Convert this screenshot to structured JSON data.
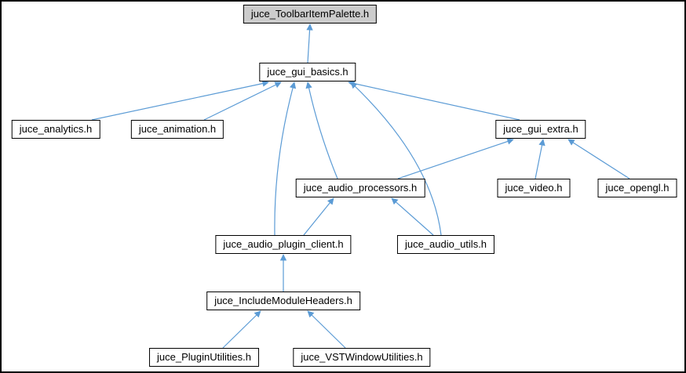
{
  "diagram": {
    "type": "include-dependency-graph",
    "colors": {
      "arrow": "#5b9bd5",
      "node_border": "#000000",
      "node_bg": "#ffffff",
      "highlight_bg": "#cccccc",
      "canvas_border": "#000000"
    },
    "nodes": [
      {
        "id": "palette",
        "label": "juce_ToolbarItemPalette.h",
        "highlighted": true
      },
      {
        "id": "gui_basics",
        "label": "juce_gui_basics.h",
        "highlighted": false
      },
      {
        "id": "analytics",
        "label": "juce_analytics.h",
        "highlighted": false
      },
      {
        "id": "animation",
        "label": "juce_animation.h",
        "highlighted": false
      },
      {
        "id": "gui_extra",
        "label": "juce_gui_extra.h",
        "highlighted": false
      },
      {
        "id": "audio_processors",
        "label": "juce_audio_processors.h",
        "highlighted": false
      },
      {
        "id": "video",
        "label": "juce_video.h",
        "highlighted": false
      },
      {
        "id": "opengl",
        "label": "juce_opengl.h",
        "highlighted": false
      },
      {
        "id": "plugin_client",
        "label": "juce_audio_plugin_client.h",
        "highlighted": false
      },
      {
        "id": "audio_utils",
        "label": "juce_audio_utils.h",
        "highlighted": false
      },
      {
        "id": "include_module_headers",
        "label": "juce_IncludeModuleHeaders.h",
        "highlighted": false
      },
      {
        "id": "plugin_utilities",
        "label": "juce_PluginUtilities.h",
        "highlighted": false
      },
      {
        "id": "vst_window_utilities",
        "label": "juce_VSTWindowUtilities.h",
        "highlighted": false
      }
    ],
    "edges": [
      {
        "from": "gui_basics",
        "to": "palette"
      },
      {
        "from": "analytics",
        "to": "gui_basics"
      },
      {
        "from": "animation",
        "to": "gui_basics"
      },
      {
        "from": "gui_extra",
        "to": "gui_basics"
      },
      {
        "from": "audio_processors",
        "to": "gui_basics"
      },
      {
        "from": "plugin_client",
        "to": "gui_basics"
      },
      {
        "from": "audio_utils",
        "to": "gui_basics"
      },
      {
        "from": "audio_processors",
        "to": "gui_extra"
      },
      {
        "from": "video",
        "to": "gui_extra"
      },
      {
        "from": "opengl",
        "to": "gui_extra"
      },
      {
        "from": "plugin_client",
        "to": "audio_processors"
      },
      {
        "from": "audio_utils",
        "to": "audio_processors"
      },
      {
        "from": "include_module_headers",
        "to": "plugin_client"
      },
      {
        "from": "plugin_utilities",
        "to": "include_module_headers"
      },
      {
        "from": "vst_window_utilities",
        "to": "include_module_headers"
      }
    ]
  }
}
